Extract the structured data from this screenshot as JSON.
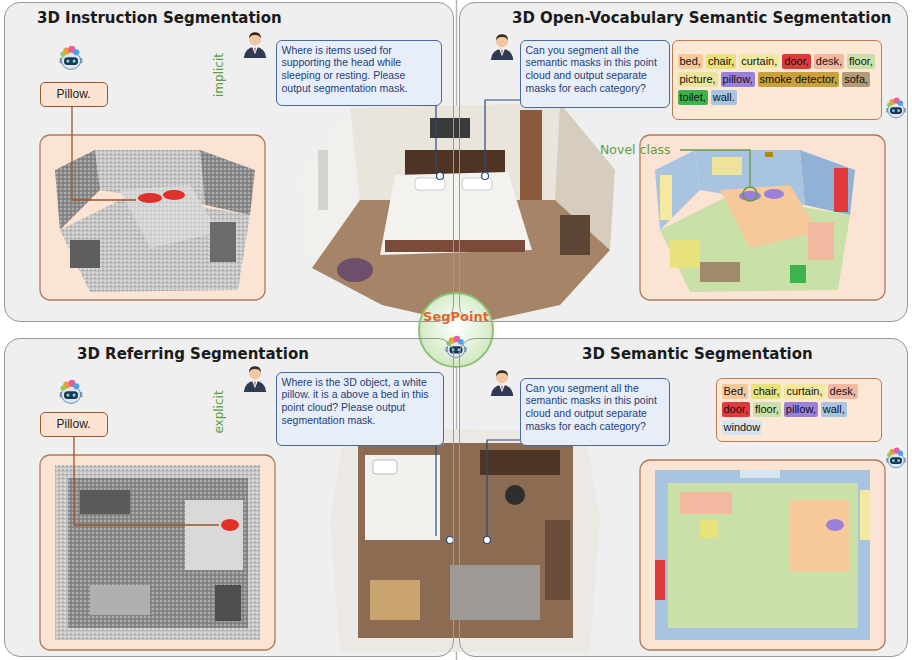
{
  "diagram": {
    "nodes": [
      {
        "text": [
          "3D Instruction Segmentation"
        ]
      },
      {
        "text": [
          "Pillow."
        ],
        "in": 0
      },
      {
        "text": [
          "Where is items used for supporting the head while sleeping or resting. Please output segmentation mask."
        ],
        "in": 0
      },
      {
        "text": [
          "3D Open-Vocabulary Semantic Segmentation"
        ]
      },
      {
        "text": [
          "Can you segment all the semantic masks in this point cloud and output separate masks for each category?"
        ],
        "in": 3
      },
      {
        "text": [
          "bed,",
          "chair,",
          "curtain,",
          "door,",
          "desk,",
          "floor,",
          "picture,",
          "pillow,",
          "smoke detector,",
          "sofa,",
          "toilet,",
          "wall."
        ],
        "in": 3
      },
      {
        "text": [
          "SegPoint"
        ]
      },
      {
        "text": [
          "3D Referring Segmentation"
        ]
      },
      {
        "text": [
          "Pillow."
        ],
        "in": 7
      },
      {
        "text": [
          "Where is the 3D object, a white pillow. it is a above a bed in this point cloud? Please output segmentation mask."
        ],
        "in": 7
      },
      {
        "text": [
          "3D Semantic Segmentation"
        ]
      },
      {
        "text": [
          "Can you segment all the semantic masks in this point cloud and output separate masks for each category?"
        ],
        "in": 10
      },
      {
        "text": [
          "Bed,",
          "chair,",
          "curtain,",
          "desk,",
          "door,",
          "floor,",
          "pillow,",
          "wall,",
          "window"
        ],
        "in": 10
      }
    ],
    "labels": [
      "implicit",
      "Novel class",
      "explicit"
    ]
  }
}
